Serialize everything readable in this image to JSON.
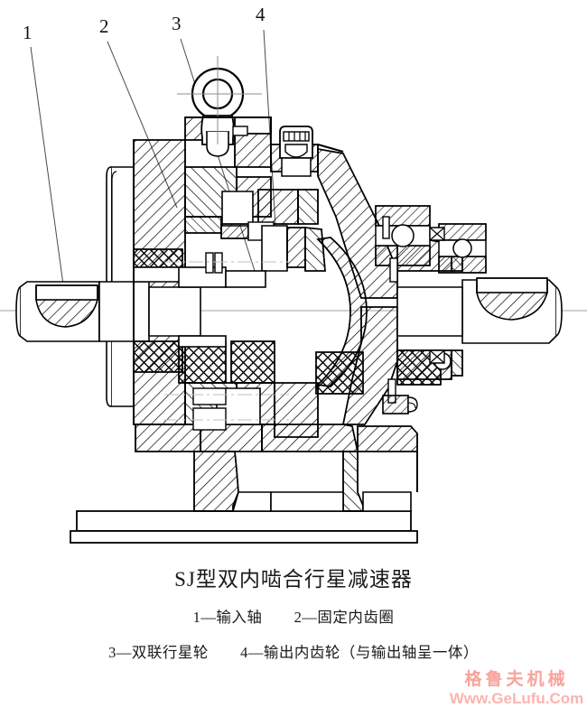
{
  "figure": {
    "title": "SJ型双内啮合行星减速器",
    "legend_line_1_part_1": "1—输入轴",
    "legend_line_1_part_2": "2—固定内齿圈",
    "legend_line_2_part_1": "3—双联行星轮",
    "legend_line_2_part_2": "4—输出内齿轮（与输出轴呈一体）"
  },
  "leaders": {
    "item_1": "1",
    "item_2": "2",
    "item_3": "3",
    "item_4": "4"
  },
  "watermark": {
    "brand_cn": "格鲁夫机械",
    "brand_url": "Www.GeLufu.Com"
  },
  "colors": {
    "line": "#000000",
    "centerline": "#b4b4b4",
    "leader": "#3a3a3a",
    "watermark_cn": "#f8a39b",
    "watermark_url": "#fbb4ad",
    "background": "#ffffff"
  }
}
